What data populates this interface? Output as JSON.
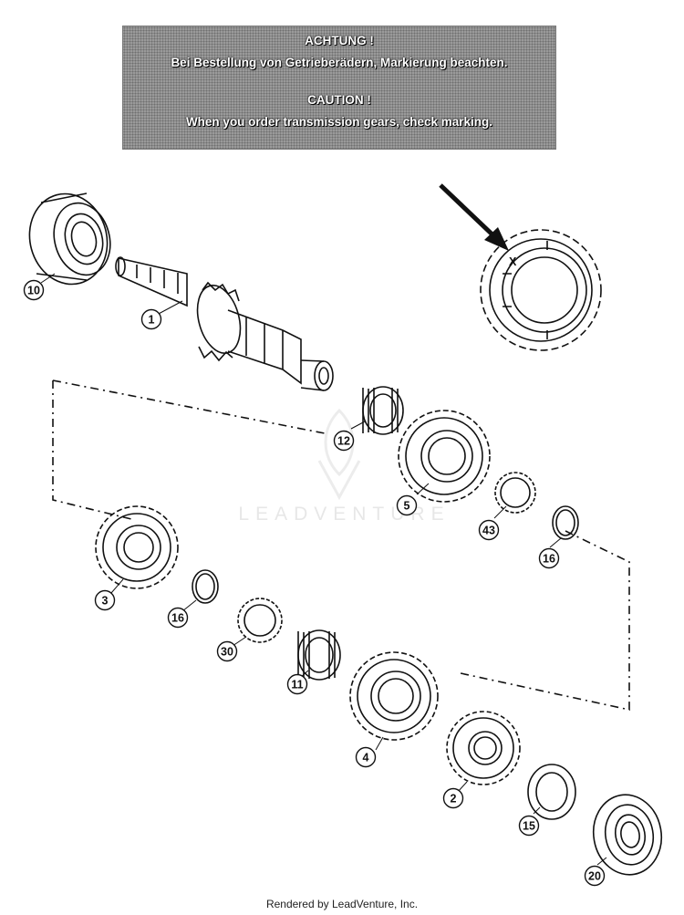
{
  "banner": {
    "line1": "ACHTUNG !",
    "line2": "Bei Bestellung von Getrieberädern, Markierung beachten.",
    "line3": "CAUTION !",
    "line4": "When you order transmission gears, check marking."
  },
  "marking": {
    "symbol": "X"
  },
  "callouts": [
    {
      "id": "c10",
      "label": "10"
    },
    {
      "id": "c1",
      "label": "1"
    },
    {
      "id": "c12",
      "label": "12"
    },
    {
      "id": "c5",
      "label": "5"
    },
    {
      "id": "c43",
      "label": "43"
    },
    {
      "id": "c16a",
      "label": "16"
    },
    {
      "id": "c3",
      "label": "3"
    },
    {
      "id": "c16b",
      "label": "16"
    },
    {
      "id": "c30",
      "label": "30"
    },
    {
      "id": "c11",
      "label": "11"
    },
    {
      "id": "c4",
      "label": "4"
    },
    {
      "id": "c2",
      "label": "2"
    },
    {
      "id": "c15",
      "label": "15"
    },
    {
      "id": "c20",
      "label": "20"
    }
  ],
  "watermark": "LEADVENTURE",
  "footer": "Rendered by LeadVenture, Inc.",
  "colors": {
    "ink": "#111111",
    "banner": "#9a9a9a"
  }
}
